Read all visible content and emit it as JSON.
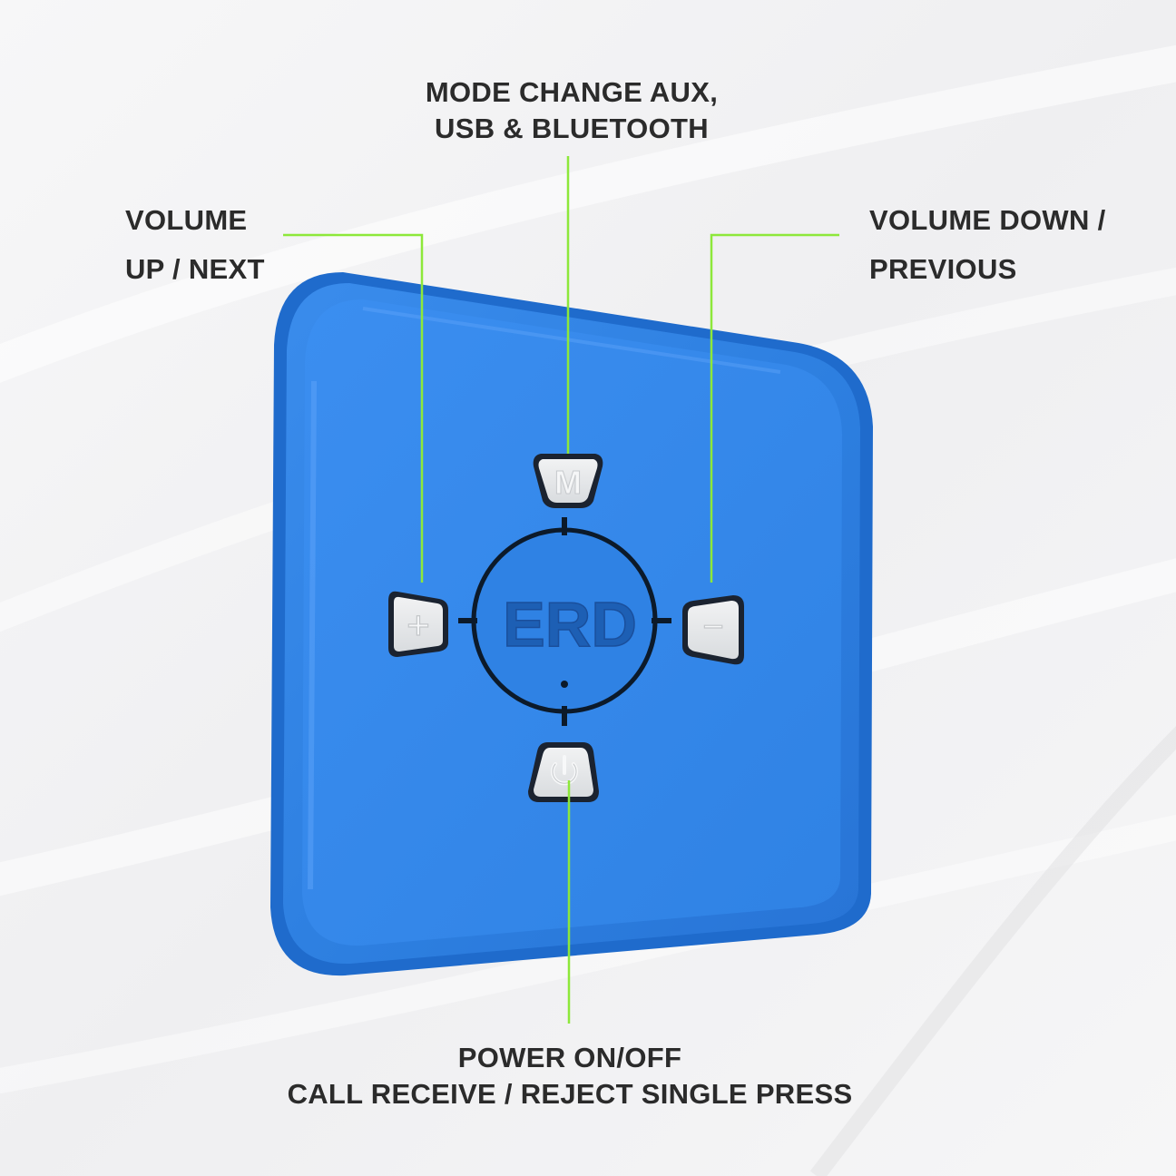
{
  "colors": {
    "background": "#f4f4f5",
    "device_blue": "#2f80e0",
    "device_edge": "#1f6bcc",
    "button_gray": "#e6e8ea",
    "leader_line_green": "#8de83a",
    "label_text": "#2b2b2b",
    "logo_text": "#1d5fb4"
  },
  "labels": {
    "mode": {
      "line1": "MODE CHANGE AUX,",
      "line2": "USB & BLUETOOTH"
    },
    "volume_up": {
      "line1": "VOLUME",
      "line2": "UP / NEXT"
    },
    "volume_down": {
      "line1": "VOLUME DOWN /",
      "line2": "PREVIOUS"
    },
    "power": {
      "line1": "POWER ON/OFF",
      "line2": "CALL RECEIVE / REJECT SINGLE PRESS"
    }
  },
  "device": {
    "logo": "ERD",
    "mode_button_glyph": "M",
    "plus_glyph": "+",
    "minus_glyph": "−",
    "power_icon": "power-icon"
  }
}
